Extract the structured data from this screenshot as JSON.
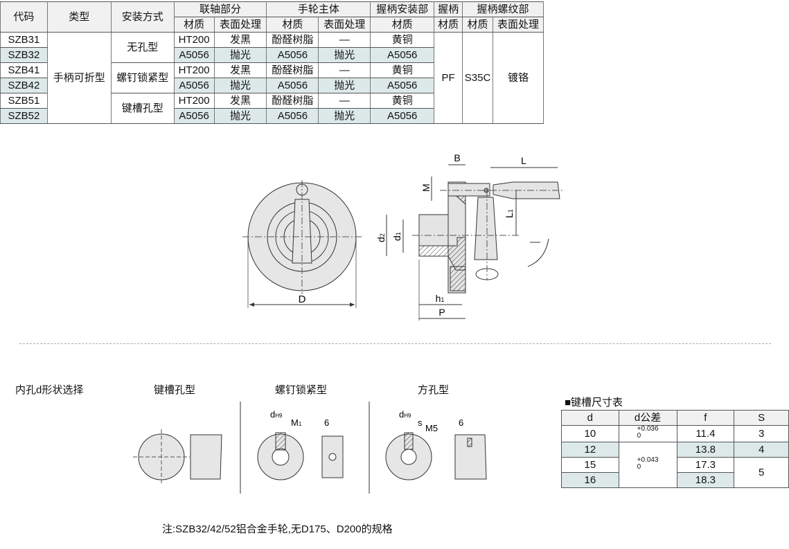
{
  "spec_table": {
    "headers_row1": [
      "代码",
      "类型",
      "安装方式",
      "联轴部分",
      "手轮主体",
      "握柄安装部",
      "握柄",
      "握柄螺纹部"
    ],
    "headers_row2": [
      "材质",
      "表面处理",
      "材质",
      "表面处理",
      "材质",
      "材质",
      "材质",
      "表面处理"
    ],
    "type": "手柄可折型",
    "mounting": [
      "无孔型",
      "螺钉锁紧型",
      "键槽孔型"
    ],
    "handle_material": "PF",
    "thread_material": "S35C",
    "thread_surface": "镀铬",
    "rows": [
      {
        "code": "SZB31",
        "coupling_material": "HT200",
        "coupling_surface": "发黑",
        "body_material": "酚醛树脂",
        "body_surface": "—",
        "handle_mount_material": "黄铜"
      },
      {
        "code": "SZB32",
        "coupling_material": "A5056",
        "coupling_surface": "抛光",
        "body_material": "A5056",
        "body_surface": "抛光",
        "handle_mount_material": "A5056"
      },
      {
        "code": "SZB41",
        "coupling_material": "HT200",
        "coupling_surface": "发黑",
        "body_material": "酚醛树脂",
        "body_surface": "—",
        "handle_mount_material": "黄铜"
      },
      {
        "code": "SZB42",
        "coupling_material": "A5056",
        "coupling_surface": "抛光",
        "body_material": "A5056",
        "body_surface": "抛光",
        "handle_mount_material": "A5056"
      },
      {
        "code": "SZB51",
        "coupling_material": "HT200",
        "coupling_surface": "发黑",
        "body_material": "酚醛树脂",
        "body_surface": "—",
        "handle_mount_material": "黄铜"
      },
      {
        "code": "SZB52",
        "coupling_material": "A5056",
        "coupling_surface": "抛光",
        "body_material": "A5056",
        "body_surface": "抛光",
        "handle_mount_material": "A5056"
      }
    ]
  },
  "drawing": {
    "front_label": "D",
    "side_labels": {
      "B": "B",
      "L": "L",
      "M": "M",
      "L1": "L",
      "L1_sub": "1",
      "d2": "d",
      "d2_sub": "2",
      "d1": "d",
      "d1_sub": "1",
      "h1": "h",
      "h1_sub": "1",
      "P": "P"
    }
  },
  "bore_section": {
    "title": "内孔d形状选择",
    "types": [
      "键槽孔型",
      "螺钉锁紧型",
      "方孔型"
    ],
    "labels": {
      "dH9": "d",
      "dH9_sub": "H9",
      "M1": "M",
      "M1_sub": "1",
      "six": "6",
      "s": "s",
      "M5": "M5"
    }
  },
  "keyway_table": {
    "title": "■键槽尺寸表",
    "headers": [
      "d",
      "d公差",
      "f",
      "S"
    ],
    "rows": [
      {
        "d": "10",
        "f": "11.4"
      },
      {
        "d": "12",
        "f": "13.8"
      },
      {
        "d": "15",
        "f": "17.3"
      },
      {
        "d": "16",
        "f": "18.3"
      }
    ],
    "tol1_upper": "+0.036",
    "tol1_lower": "0",
    "tol2_upper": "+0.043",
    "tol2_lower": "0",
    "S_values": [
      "3",
      "4",
      "5"
    ]
  },
  "note": "注:SZB32/42/52铝合金手轮,无D175、D200的规格",
  "colors": {
    "shade": "#dde9e9",
    "header": "#f1f1f1",
    "part": "#e4e4e4"
  }
}
